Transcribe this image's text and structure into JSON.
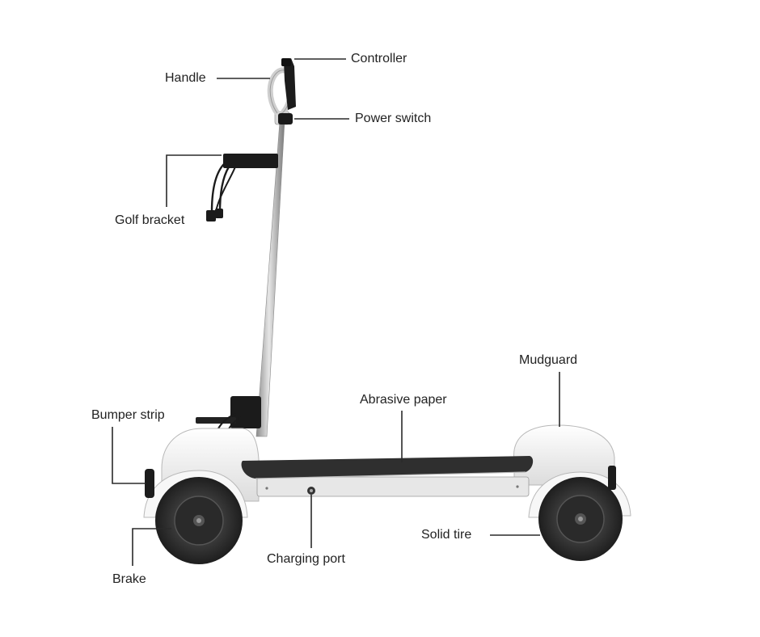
{
  "labels": {
    "controller": "Controller",
    "handle": "Handle",
    "power_switch": "Power switch",
    "golf_bracket": "Golf bracket",
    "mudguard": "Mudguard",
    "abrasive_paper": "Abrasive paper",
    "bumper_strip": "Bumper strip",
    "solid_tire": "Solid tire",
    "charging_port": "Charging port",
    "brake": "Brake"
  },
  "colors": {
    "background": "#ffffff",
    "label_text": "#222222",
    "leader_line": "#2a2a2a",
    "body_white": "#f2f2f2",
    "tire_dark": "#2b2b2b",
    "deck_grip": "#333333",
    "pole_silver": "#bfbfbf"
  }
}
